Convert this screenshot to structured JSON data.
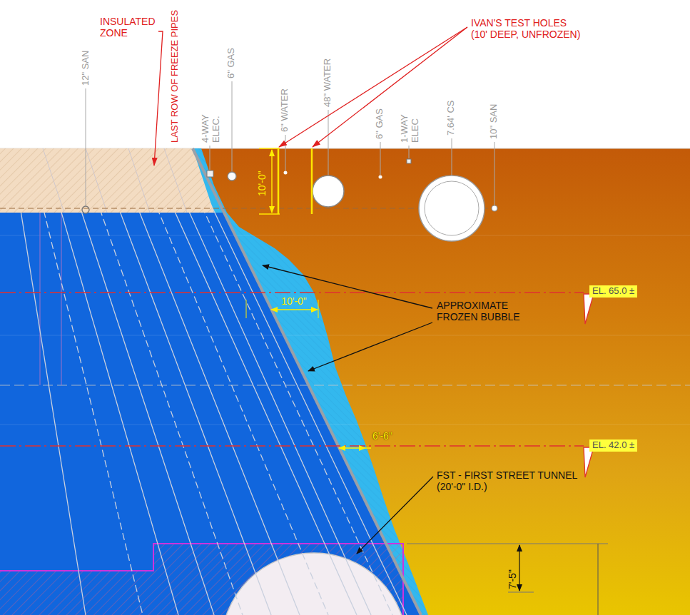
{
  "diagram": {
    "labels": [
      "INSULATED ZONE",
      "LAST ROW OF FREEZE PIPES",
      "12\" SAN",
      "4-WAY ELEC.",
      "6\" GAS",
      "6\" WATER",
      "48\" WATER",
      "6\" GAS",
      "1-WAY ELEC",
      "7.64' CS",
      "10\" SAN",
      "IVAN'S TEST HOLES (10' DEEP, UNFROZEN)",
      "10'-0\"",
      "APPROXIMATE FROZEN BUBBLE",
      "10'-0\"",
      "EL. 65.0 ±",
      "6'-6\"",
      "EL. 42.0 ±",
      "FST - FIRST STREET TUNNEL (20'-0\" I.D.)",
      "7'-5\""
    ]
  }
}
